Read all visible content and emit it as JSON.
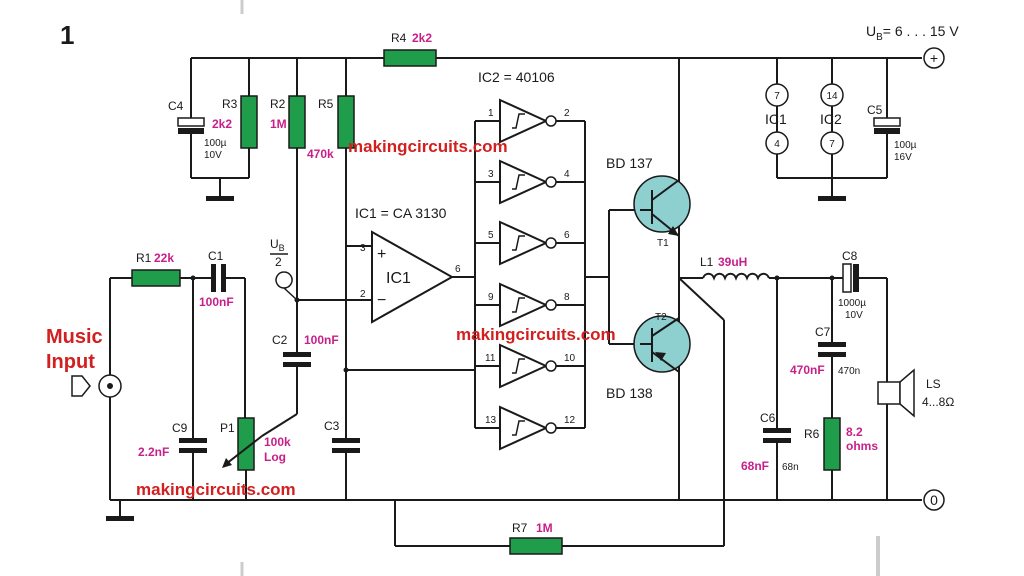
{
  "figure_number": "1",
  "supply": {
    "label": "U",
    "sub": "B",
    "value": "= 6 . . . 15 V",
    "plus": "+",
    "ground": "0"
  },
  "watermark": "makingcircuits.com",
  "music_input": {
    "line1": "Music",
    "line2": "Input"
  },
  "ic1": {
    "title": "IC1 = CA 3130",
    "body": "IC1",
    "pin_plus": "3",
    "pin_minus": "2",
    "pin_out": "6",
    "plus_sign": "+",
    "minus_sign": "−"
  },
  "ic2": {
    "title": "IC2 = 40106"
  },
  "inverter_pins": [
    [
      "1",
      "2"
    ],
    [
      "3",
      "4"
    ],
    [
      "5",
      "6"
    ],
    [
      "9",
      "8"
    ],
    [
      "11",
      "10"
    ],
    [
      "13",
      "12"
    ]
  ],
  "supply_pins": [
    {
      "ic": "IC1",
      "top": "7",
      "bottom": "4"
    },
    {
      "ic": "IC2",
      "top": "14",
      "bottom": "7"
    }
  ],
  "ub_half": {
    "ub": "U",
    "sub": "B",
    "den": "2"
  },
  "components": {
    "r1": {
      "name": "R1",
      "value": "22k"
    },
    "r2": {
      "name": "R2",
      "value": "1M"
    },
    "r3": {
      "name": "R3",
      "value": "2k2"
    },
    "r4": {
      "name": "R4",
      "value": "2k2"
    },
    "r5": {
      "name": "R5",
      "value": "470k"
    },
    "r6": {
      "name": "R6",
      "value": "8.2",
      "value2": "ohms"
    },
    "r7": {
      "name": "R7",
      "value": "1M"
    },
    "c1": {
      "name": "C1",
      "value": "100nF"
    },
    "c2": {
      "name": "C2",
      "value": "100nF"
    },
    "c3": {
      "name": "C3"
    },
    "c4": {
      "name": "C4",
      "value1": "100µ",
      "value2": "10V"
    },
    "c5": {
      "name": "C5",
      "value1": "100µ",
      "value2": "16V"
    },
    "c6": {
      "name": "C6",
      "value": "68nF",
      "print_value": "68n"
    },
    "c7": {
      "name": "C7",
      "value": "470nF",
      "print_value": "470n"
    },
    "c8": {
      "name": "C8",
      "value1": "1000µ",
      "value2": "10V"
    },
    "c9": {
      "name": "C9",
      "value": "2.2nF"
    },
    "p1": {
      "name": "P1",
      "value": "100k",
      "value2": "Log"
    },
    "l1": {
      "name": "L1",
      "value": "39uH"
    },
    "t1": {
      "name": "T1",
      "part": "BD 137"
    },
    "t2": {
      "name": "T2",
      "part": "BD 138"
    },
    "ls": {
      "name": "LS",
      "value": "4...8Ω"
    }
  },
  "colors": {
    "resistor": "#1f9d4a",
    "transistor": "#8ecfd0",
    "annotation": "#c8208a",
    "watermark": "#d21f1f"
  }
}
